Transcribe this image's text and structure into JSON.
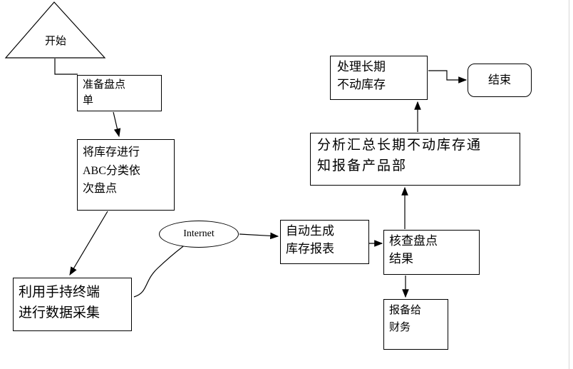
{
  "diagram_type": "flowchart",
  "colors": {
    "stroke": "#000000",
    "fill": "#ffffff",
    "window_edge": "#d8d8d8"
  },
  "nodes": {
    "start": {
      "shape": "triangle",
      "label": "开始"
    },
    "prep": {
      "shape": "rect",
      "label": "准备盘点\n单"
    },
    "abc": {
      "shape": "rect",
      "label": "将库存进行\nABC分类依\n次盘点"
    },
    "handheld": {
      "shape": "rect",
      "label": "利用手持终端\n进行数据采集"
    },
    "internet": {
      "shape": "ellipse",
      "label": "Internet"
    },
    "autogen": {
      "shape": "rect",
      "label": "自动生成\n库存报表"
    },
    "check": {
      "shape": "rect",
      "label": "核查盘点\n结果"
    },
    "analyze": {
      "shape": "rect",
      "label": "分析汇总长期不动库存通\n知报备产品部"
    },
    "handle": {
      "shape": "rect",
      "label": "处理长期\n不动库存"
    },
    "end": {
      "shape": "rounded-rect",
      "label": "结束"
    },
    "finance": {
      "shape": "rect",
      "label": "报备给\n财务"
    }
  },
  "edges": [
    {
      "from": "start",
      "to": "prep",
      "style": "elbow"
    },
    {
      "from": "prep",
      "to": "abc",
      "style": "arrow"
    },
    {
      "from": "abc",
      "to": "handheld",
      "style": "arrow"
    },
    {
      "from": "handheld",
      "to": "internet",
      "style": "curve"
    },
    {
      "from": "internet",
      "to": "autogen",
      "style": "arrow"
    },
    {
      "from": "autogen",
      "to": "check",
      "style": "arrow"
    },
    {
      "from": "check",
      "to": "analyze",
      "style": "arrow"
    },
    {
      "from": "analyze",
      "to": "handle",
      "style": "arrow"
    },
    {
      "from": "handle",
      "to": "end",
      "style": "elbow-arrow"
    },
    {
      "from": "check",
      "to": "finance",
      "style": "arrow"
    }
  ]
}
